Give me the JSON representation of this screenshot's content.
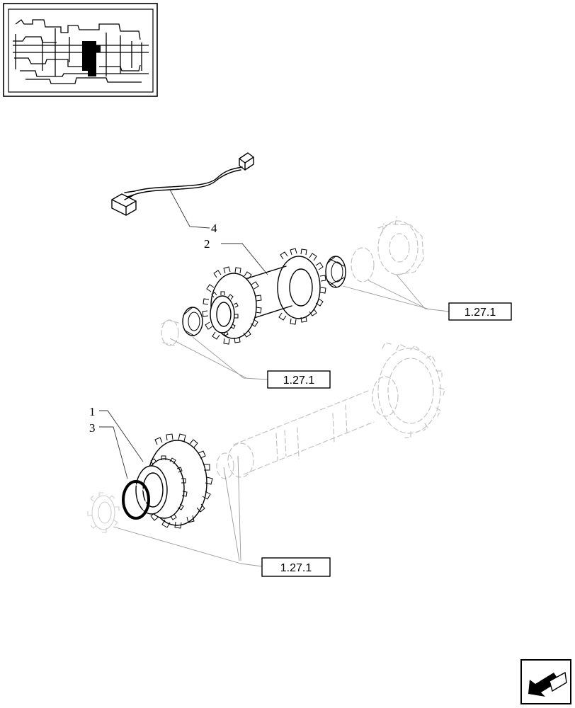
{
  "callouts": {
    "part1": "1",
    "part2": "2",
    "part3": "3",
    "part4": "4"
  },
  "references": {
    "ref_upper": "1.27.1",
    "ref_middle": "1.27.1",
    "ref_lower": "1.27.1"
  },
  "icons": {
    "thumbnail": "transmission-locator-thumbnail",
    "next_page": "next-page-arrow-icon"
  }
}
